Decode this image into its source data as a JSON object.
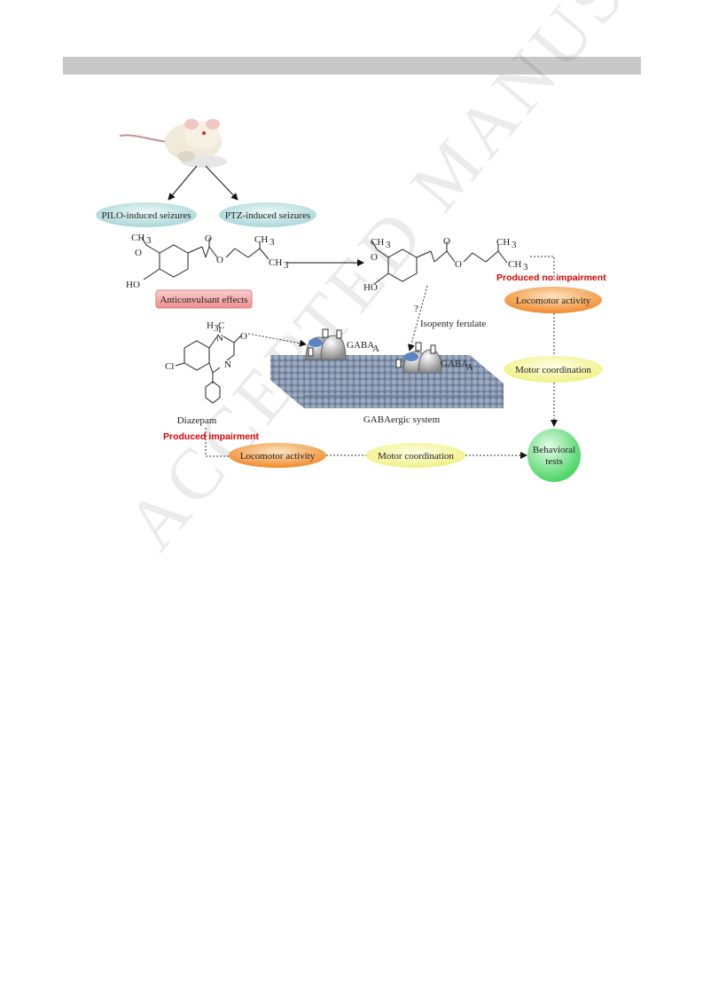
{
  "header_bar": "",
  "watermark": "ACCEPTED MANUSCRIPT",
  "nodes": {
    "pilo": "PILO-induced seizures",
    "ptz": "PTZ-induced seizures",
    "anticonvulsant": "Anticonvulsant effects",
    "isopenty": "Isopenty ferulate",
    "gaba_a_1": "GABA",
    "gaba_a_2": "GABA",
    "gaba_sub": "A",
    "gabaergic": "GABAergic system",
    "diazepam": "Diazepam",
    "no_impairment": "Produced no impairment",
    "impairment": "Produced impairment",
    "locomotor_right": "Locomotor activity",
    "motor_right": "Motor coordination",
    "locomotor_bottom": "Locomotor activity",
    "motor_bottom": "Motor coordination",
    "behavioral_1": "Behavioral",
    "behavioral_2": "tests",
    "question": "?"
  },
  "chem": {
    "ch3": "CH",
    "three": "3",
    "o": "O",
    "ho": "HO",
    "h3c": "H",
    "c": "C",
    "n": "N",
    "cl": "Cl"
  },
  "colors": {
    "blue_pill": "#bfe3e3",
    "red_box": "#f4a0a0",
    "orange_pill": "#f6a24a",
    "yellow_pill": "#f3f48c",
    "green_circle": "#7ee88a",
    "membrane": "#7f8fa6"
  }
}
